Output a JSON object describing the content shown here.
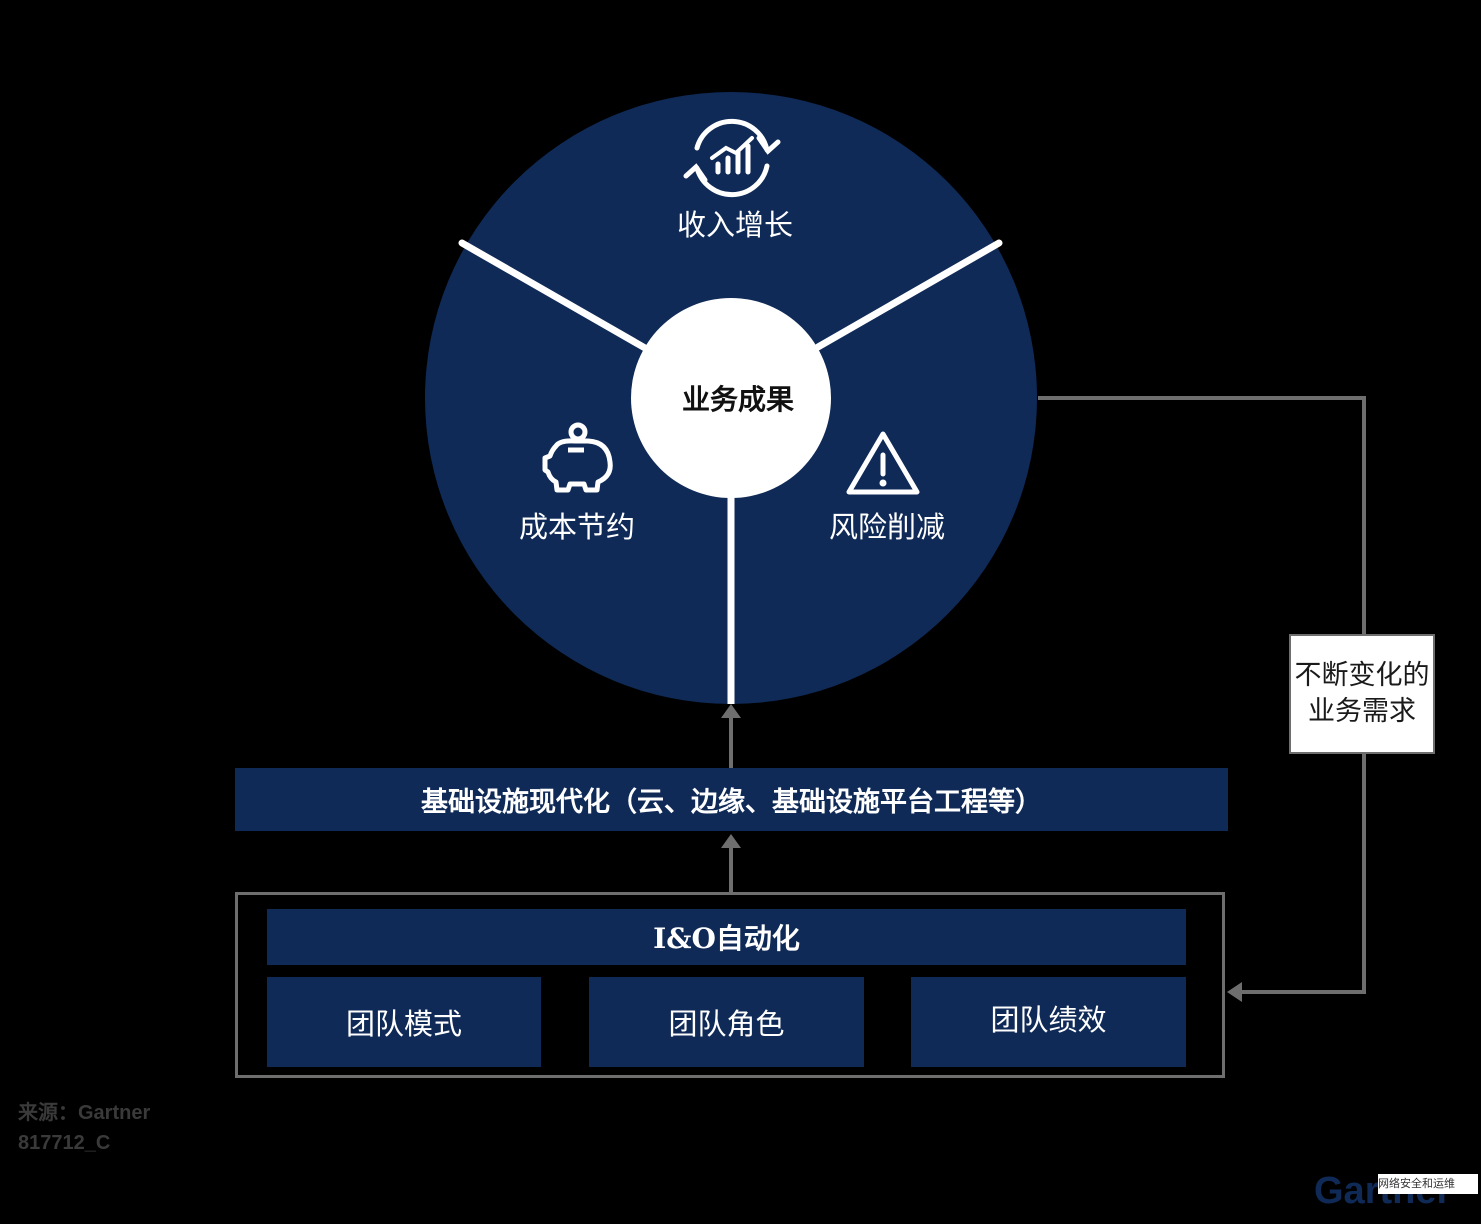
{
  "center_label": "业务成果",
  "segments": [
    {
      "label": "收入增长",
      "icon": "revenue-growth-icon"
    },
    {
      "label": "成本节约",
      "icon": "piggy-bank-icon"
    },
    {
      "label": "风险削减",
      "icon": "warning-triangle-icon"
    }
  ],
  "infra_label": "基础设施现代化（云、边缘、基础设施平台工程等）",
  "automation_label": "I&O自动化",
  "teams": [
    "团队模式",
    "团队角色",
    "团队绩效"
  ],
  "demand": {
    "line1": "不断变化的",
    "line2": "业务需求"
  },
  "source": "来源：Gartner",
  "doc_id": "817712_C",
  "brand": "Gartner",
  "watermark": "网络安全和运维",
  "colors": {
    "navy": "#0f2a57",
    "background": "#000000",
    "connector": "#6e6e6e",
    "white": "#ffffff"
  }
}
